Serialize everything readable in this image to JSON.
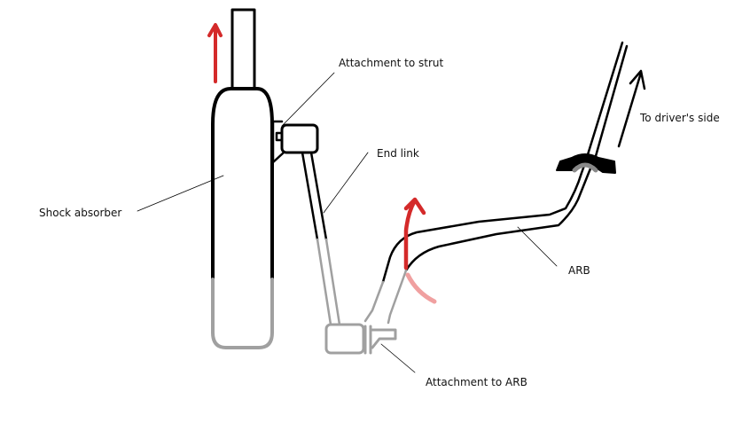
{
  "labels": {
    "attachment_strut": "Attachment to strut",
    "end_link": "End link",
    "shock_absorber": "Shock absorber",
    "arb": "ARB",
    "attachment_arb": "Attachment to ARB",
    "drivers_side": "To driver's side"
  },
  "colors": {
    "ink": "#000000",
    "faded": "#9a9a9a",
    "arrow_red": "#d42a2a",
    "arrow_pink": "#f0a0a0"
  }
}
